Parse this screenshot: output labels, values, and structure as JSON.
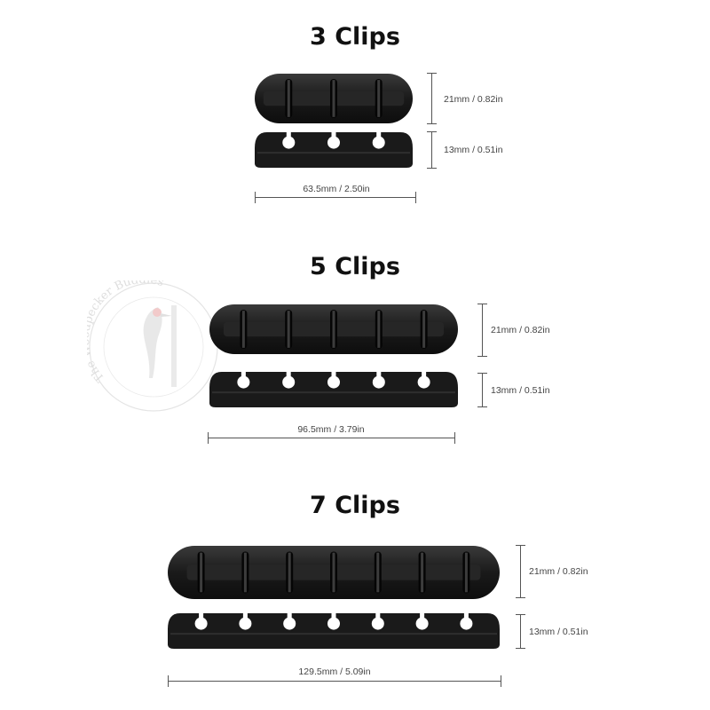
{
  "colors": {
    "clip_body": "#1a1a1a",
    "dimension_line": "#555555",
    "background": "#ffffff"
  },
  "watermark": {
    "text": "The Woodpecker Buddies",
    "icon": "woodpecker-logo"
  },
  "products": [
    {
      "title": "3 Clips",
      "clips": 3,
      "height_label": "21mm / 0.82in",
      "depth_label": "13mm / 0.51in",
      "length_label": "63.5mm / 2.50in"
    },
    {
      "title": "5 Clips",
      "clips": 5,
      "height_label": "21mm / 0.82in",
      "depth_label": "13mm / 0.51in",
      "length_label": "96.5mm / 3.79in"
    },
    {
      "title": "7 Clips",
      "clips": 7,
      "height_label": "21mm / 0.82in",
      "depth_label": "13mm / 0.51in",
      "length_label": "129.5mm / 5.09in"
    }
  ]
}
